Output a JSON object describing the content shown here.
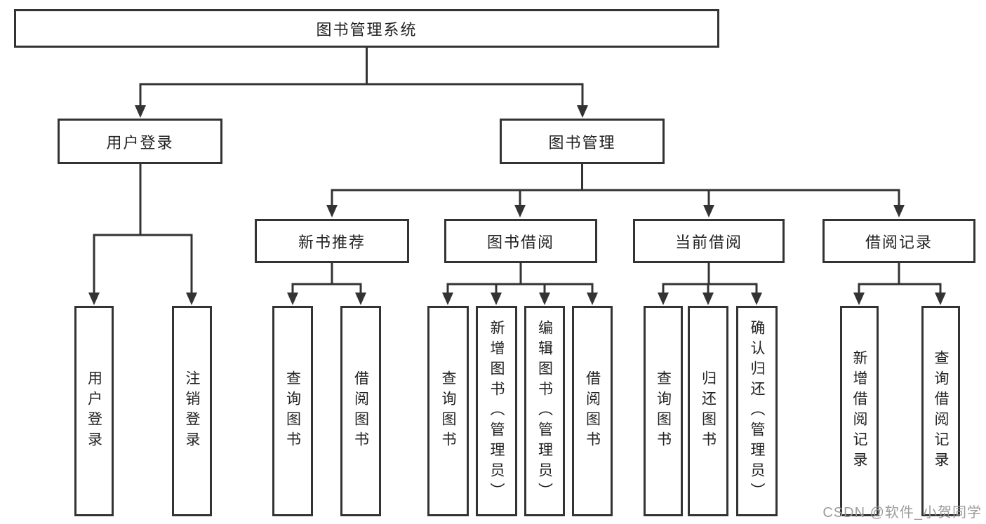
{
  "diagram": {
    "root": "图书管理系统",
    "level2": [
      "用户登录",
      "图书管理"
    ],
    "level3": [
      "新书推荐",
      "图书借阅",
      "当前借阅",
      "借阅记录"
    ],
    "leaves": {
      "login": [
        "用户登录",
        "注销登录"
      ],
      "recommend": [
        "查询图书",
        "借阅图书"
      ],
      "borrow": [
        "查询图书",
        "新增图书（管理员）",
        "编辑图书（管理员）",
        "借阅图书"
      ],
      "current": [
        "查询图书",
        "归还图书",
        "确认归还（管理员）"
      ],
      "record": [
        "新增借阅记录",
        "查询借阅记录"
      ]
    }
  },
  "watermark": "CSDN @软件_小贺同学",
  "colors": {
    "line": "#333333",
    "box_border": "#333333",
    "text": "#222222",
    "watermark": "#9c9c9c",
    "background": "#ffffff"
  }
}
